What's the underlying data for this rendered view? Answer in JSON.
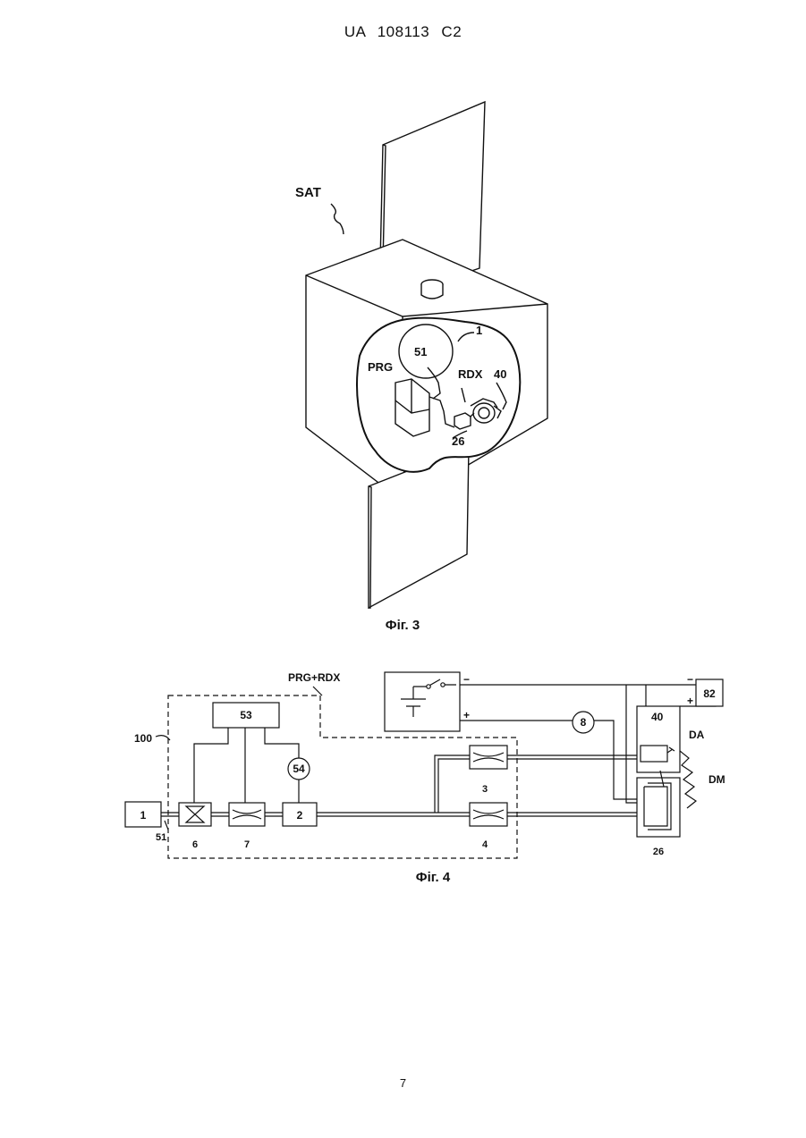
{
  "header": "UA 108113 C2",
  "page_number": "7",
  "fig3": {
    "caption": "Фіг. 3",
    "labels": {
      "sat": "SAT",
      "tank": "1",
      "pipe": "51",
      "prg": "PRG",
      "rdx": "RDX",
      "valve": "40",
      "thruster": "26"
    }
  },
  "fig4": {
    "caption": "Фіг. 4",
    "labels": {
      "module": "PRG+RDX",
      "module_ref": "100",
      "controller": "53",
      "sensor": "54",
      "tank": "1",
      "pipe": "51",
      "block6": "6",
      "block7": "7",
      "block2": "2",
      "block3": "3",
      "block4": "4",
      "meter": "8",
      "supply": "82",
      "valve": "40",
      "da": "DA",
      "dm": "DM",
      "thruster": "26",
      "minus1": "−",
      "minus2": "−",
      "plus1": "+",
      "plus2": "+"
    }
  }
}
